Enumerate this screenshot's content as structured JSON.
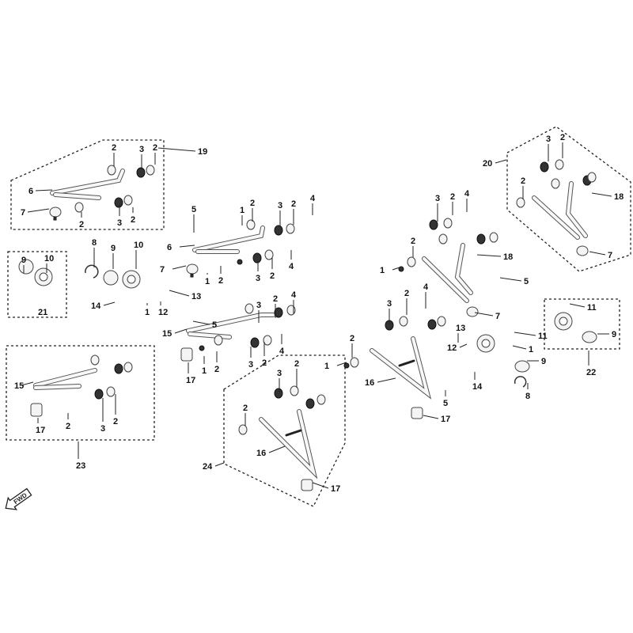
{
  "diagram": {
    "title": "Front suspension exploded parts diagram",
    "fwd_label": "FWD",
    "callouts": [
      "19",
      "2",
      "3",
      "2",
      "6",
      "7",
      "2",
      "3",
      "2",
      "9",
      "10",
      "21",
      "8",
      "9",
      "10",
      "7",
      "1",
      "2",
      "14",
      "1",
      "12",
      "13",
      "5",
      "1",
      "2",
      "3",
      "2",
      "4",
      "6",
      "3",
      "2",
      "4",
      "15",
      "5",
      "17",
      "1",
      "2",
      "3",
      "2",
      "4",
      "3",
      "2",
      "4",
      "15",
      "17",
      "2",
      "3",
      "2",
      "23",
      "3",
      "2",
      "4",
      "2",
      "1",
      "18",
      "5",
      "7",
      "20",
      "3",
      "2",
      "2",
      "18",
      "7",
      "3",
      "2",
      "4",
      "2",
      "1",
      "16",
      "13",
      "12",
      "11",
      "1",
      "9",
      "14",
      "8",
      "5",
      "17",
      "11",
      "9",
      "22",
      "3",
      "2",
      "2",
      "16",
      "24",
      "17"
    ]
  }
}
